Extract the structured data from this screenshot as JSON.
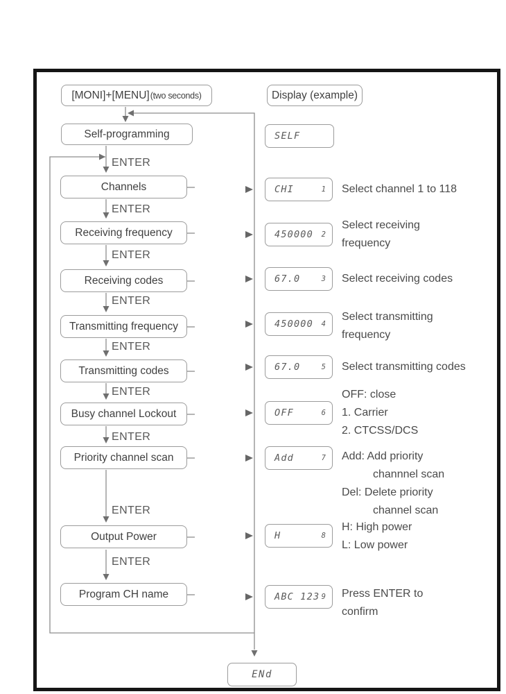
{
  "header": {
    "trigger_main": "[MONI]+[MENU]",
    "trigger_sub": "(two seconds)",
    "display_label": "Display  (example)"
  },
  "labels": {
    "enter": "ENTER"
  },
  "self_step": {
    "label": "Self-programming",
    "display": "SELF"
  },
  "steps": [
    {
      "label": "Channels",
      "display": "CHI",
      "indicator": "1",
      "desc_lines": [
        "Select channel 1 to 118"
      ]
    },
    {
      "label": "Receiving frequency",
      "display": "450000",
      "indicator": "2",
      "desc_lines": [
        "Select receiving",
        "frequency"
      ]
    },
    {
      "label": "Receiving codes",
      "display": "67.0",
      "indicator": "3",
      "desc_lines": [
        "Select receiving codes"
      ]
    },
    {
      "label": "Transmitting frequency",
      "display": "450000",
      "indicator": "4",
      "desc_lines": [
        "Select transmitting",
        "frequency"
      ]
    },
    {
      "label": "Transmitting codes",
      "display": "67.0",
      "indicator": "5",
      "desc_lines": [
        "Select transmitting codes"
      ]
    },
    {
      "label": "Busy channel Lockout",
      "display": "OFF",
      "indicator": "6",
      "desc_lines": [
        "OFF: close",
        "1. Carrier",
        "2. CTCSS/DCS"
      ]
    },
    {
      "label": "Priority channel scan",
      "display": "Add",
      "indicator": "7",
      "desc_lines": [
        "Add: Add priority",
        "channnel scan",
        "Del: Delete priority",
        "channel scan"
      ]
    },
    {
      "label": "Output Power",
      "display": "H",
      "indicator": "8",
      "desc_lines": [
        "H: High power",
        "L: Low power"
      ]
    },
    {
      "label": "Program CH name",
      "display": "ABC 123",
      "indicator": "9",
      "desc_lines": [
        "Press ENTER to",
        "confirm"
      ]
    }
  ],
  "end": {
    "display": "ENd"
  },
  "colors": {
    "frame": "#151515",
    "wire": "#8d8d8d",
    "box_border": "#9b9b9b",
    "text": "#404040",
    "lcd_text": "#5a5a5a"
  }
}
